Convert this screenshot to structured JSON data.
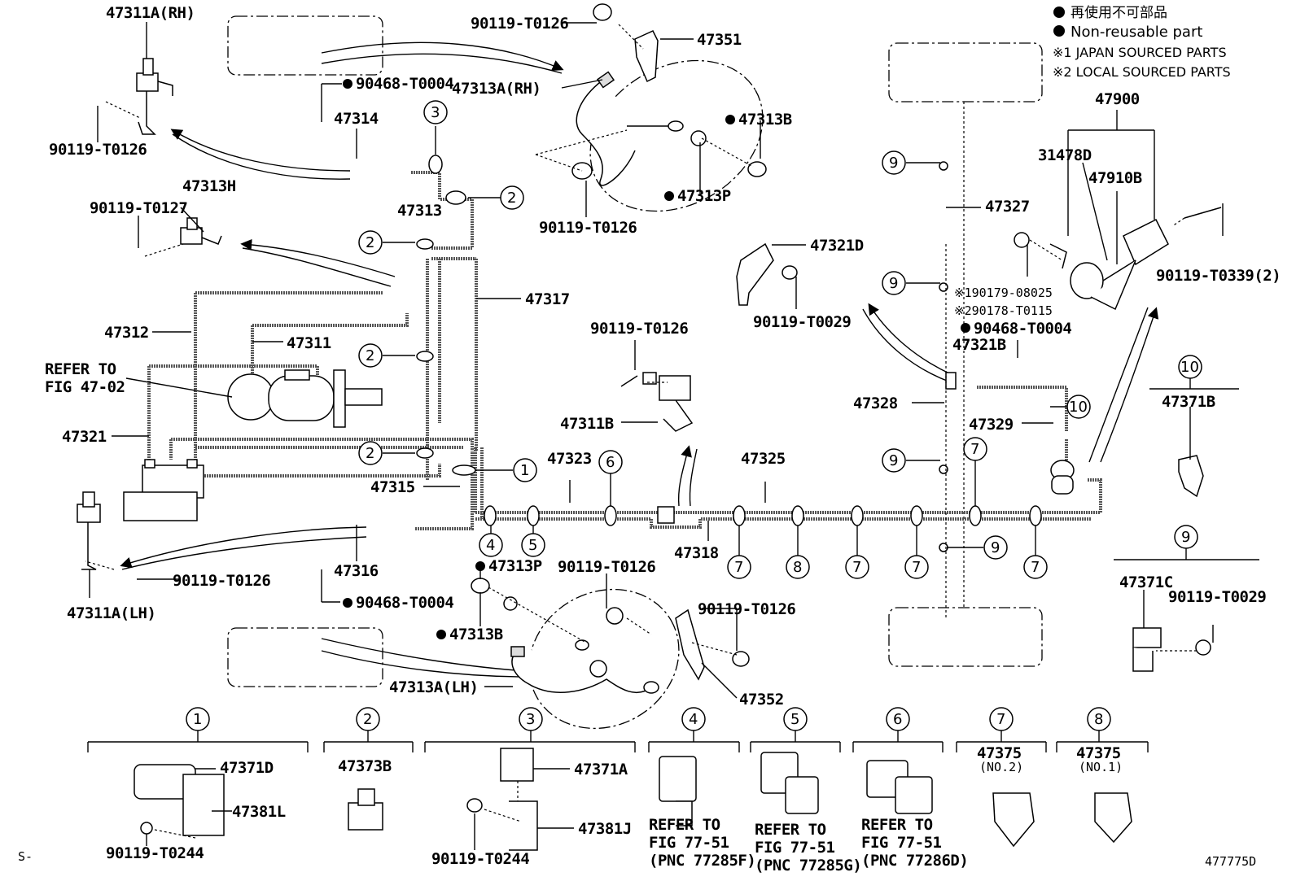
{
  "legend": {
    "ja": "再使用不可部品",
    "en": "Non-reusable part",
    "note1": "※1 JAPAN SOURCED PARTS",
    "note2": "※2 LOCAL SOURCED PARTS"
  },
  "labels": {
    "p47311A_RH": "47311A(RH)",
    "p47311A_LH": "47311A(LH)",
    "p90119_T0126": "90119-T0126",
    "p90119_T0127": "90119-T0127",
    "p90119_T0244": "90119-T0244",
    "p90119_T0029": "90119-T0029",
    "p90119_T0339": "90119-T0339(2)",
    "p90468_T0004": "90468-T0004",
    "p47351": "47351",
    "p47352": "47352",
    "p47313A_RH": "47313A(RH)",
    "p47313A_LH": "47313A(LH)",
    "p47313B": "47313B",
    "p47313P": "47313P",
    "p47313H": "47313H",
    "p47313": "47313",
    "p47314": "47314",
    "p47315": "47315",
    "p47316": "47316",
    "p47317": "47317",
    "p47318": "47318",
    "p47311": "47311",
    "p47311B": "47311B",
    "p47312": "47312",
    "p47321": "47321",
    "p47321B": "47321B",
    "p47321D": "47321D",
    "p47323": "47323",
    "p47325": "47325",
    "p47327": "47327",
    "p47328": "47328",
    "p47329": "47329",
    "p47900": "47900",
    "p31478D": "31478D",
    "p47910B": "47910B",
    "p90179_08025": "※190179-08025",
    "p90178_T0115": "※290178-T0115",
    "p47371A": "47371A",
    "p47371B": "47371B",
    "p47371C": "47371C",
    "p47371D": "47371D",
    "p47373B": "47373B",
    "p47375": "47375",
    "no2": "(NO.2)",
    "no1": "(NO.1)",
    "p47381L": "47381L",
    "p47381J": "47381J",
    "refer_to": "REFER TO",
    "fig_47_02": "FIG 47-02",
    "fig_77_51": "FIG 77-51",
    "pnc_77285F": "(PNC 77285F)",
    "pnc_77285G": "(PNC 77285G)",
    "pnc_77286D": "(PNC 77286D)",
    "corner_left": "S-",
    "fig_id": "477775D"
  },
  "circled": [
    "1",
    "2",
    "3",
    "4",
    "5",
    "6",
    "7",
    "8",
    "9",
    "10"
  ]
}
